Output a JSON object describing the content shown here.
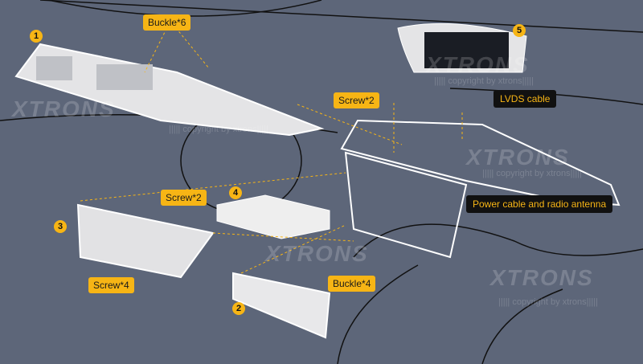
{
  "labels": {
    "buckle6": "Buckle*6",
    "screw2_top": "Screw*2",
    "screw2_left": "Screw*2",
    "screw4": "Screw*4",
    "buckle4": "Buckle*4"
  },
  "callouts": {
    "lvds": "LVDS cable",
    "power": "Power cable and radio antenna"
  },
  "numbers": [
    "1",
    "2",
    "3",
    "4",
    "5"
  ],
  "watermark": {
    "brand": "XTRONS",
    "copyright": "||||| copyright by xtrons|||||"
  },
  "colors": {
    "background": "#5d6679",
    "label": "#f7b515",
    "callout": "#111111",
    "guide": "#f7b515"
  }
}
